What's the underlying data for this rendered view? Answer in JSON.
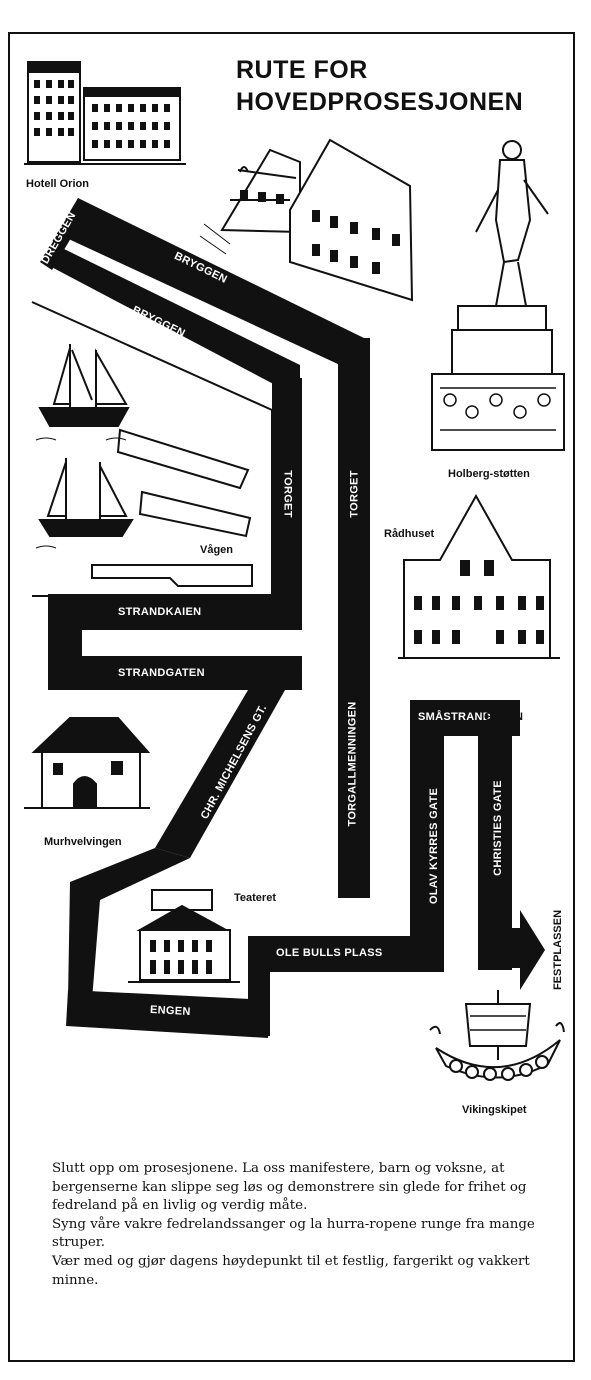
{
  "title": {
    "line1": "RUTE FOR",
    "line2": "HOVEDPROSESJONEN"
  },
  "places": {
    "hotell_orion": "Hotell Orion",
    "holberg": "Holberg-støtten",
    "vaagen": "Vågen",
    "raadhuset": "Rådhuset",
    "murhvelvingen": "Murhvelvingen",
    "teateret": "Teateret",
    "vikingskipet": "Vikingskipet",
    "festplassen": "FESTPLASSEN"
  },
  "streets": {
    "dreggen": "DREGGEN",
    "bryggen_outer": "BRYGGEN",
    "bryggen_inner": "BRYGGEN",
    "torget_left": "TORGET",
    "torget_right": "TORGET",
    "strandkaien": "STRANDKAIEN",
    "strandgaten": "STRANDGATEN",
    "chr_michelsens": "CHR. MICHELSENS GT.",
    "torgallmenningen": "TORGALLMENNINGEN",
    "smaastrand": "SMÅSTRAND",
    "gaten": "GATEN",
    "olav_kyrres": "OLAV KYRRES GATE",
    "christies": "CHRISTIES GATE",
    "ole_bulls": "OLE BULLS PLASS",
    "engen": "ENGEN"
  },
  "text": {
    "p1": "Slutt opp om prosesjonene. La oss manifestere, barn og voksne, at bergenserne kan slippe seg løs og demonstrere sin glede for frihet og fedreland på en livlig og verdig måte.",
    "p2": "Syng våre vakre fedrelandssanger og la hurra-ropene runge fra mange struper.",
    "p3": "Vær med og gjør dagens høydepunkt til et festlig, fargerikt og vakkert minne."
  },
  "colors": {
    "route": "#111111",
    "paper": "#ffffff"
  }
}
